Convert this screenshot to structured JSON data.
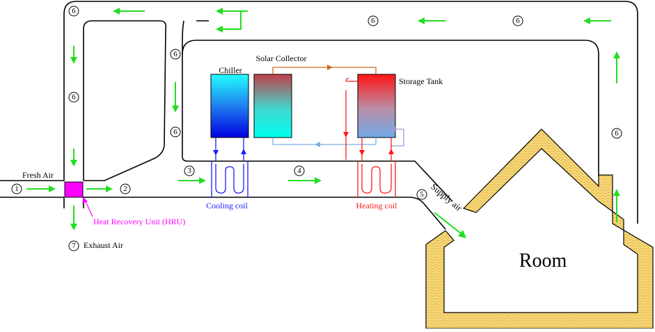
{
  "labels": {
    "fresh_air": "Fresh Air",
    "exhaust_air": "Exhaust Air",
    "hru": "Heat Recovery Unit (HRU)",
    "chiller": "Chiller",
    "solar_collector": "Solar Collector",
    "storage_tank": "Storage Tank",
    "cooling_coil": "Cooling coil",
    "heating_coil": "Heating coil",
    "supply_air": "Supply air",
    "room": "Room"
  },
  "nodes": {
    "n1": "1",
    "n2": "2",
    "n3": "3",
    "n4": "4",
    "n5": "5",
    "n6": "6",
    "n7": "7"
  },
  "colors": {
    "airflow_arrow": "#22dd22",
    "hru": "#ff00ff",
    "cooling_coil": "#1a1aff",
    "heating_coil": "#ff1a1a",
    "solar_loop": "#d2691e",
    "return_loop": "#7aaee0",
    "storage_return": "#9a9ad8",
    "room_wall": "#f5d06a"
  }
}
